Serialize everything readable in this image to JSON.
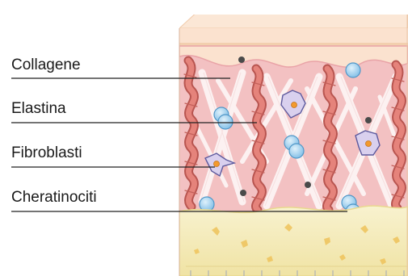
{
  "labels": {
    "collagene": "Collagene",
    "elastina": "Elastina",
    "fibroblasti": "Fibroblasti",
    "cheratinociti": "Cheratinociti"
  },
  "colors": {
    "skin_top": "#fbe6d4",
    "skin_top_edge": "#f0c9a8",
    "epidermis_band": "#f7d9bf",
    "dermis": "#f4bfc0",
    "dermis_dark": "#e9a3a7",
    "elastin": "#e37f78",
    "elastin_edge": "#b85550",
    "collagen_fiber": "#fdf3f3",
    "fat": "#f6eec0",
    "fat_dark": "#e9d98e",
    "fat_spot": "#efc35b",
    "cell_blue": "#8fc8ec",
    "cell_blue_edge": "#4f97c8",
    "fibroblast": "#d9d0ee",
    "fibroblast_edge": "#5d5a9e",
    "nucleus": "#f39a2d",
    "dot": "#4a4a4a",
    "leader_line": "#222222"
  },
  "icons": [
    "collagen-fiber",
    "elastin-fiber",
    "fibroblast-cell",
    "keratinocyte-cell",
    "dark-granule"
  ]
}
